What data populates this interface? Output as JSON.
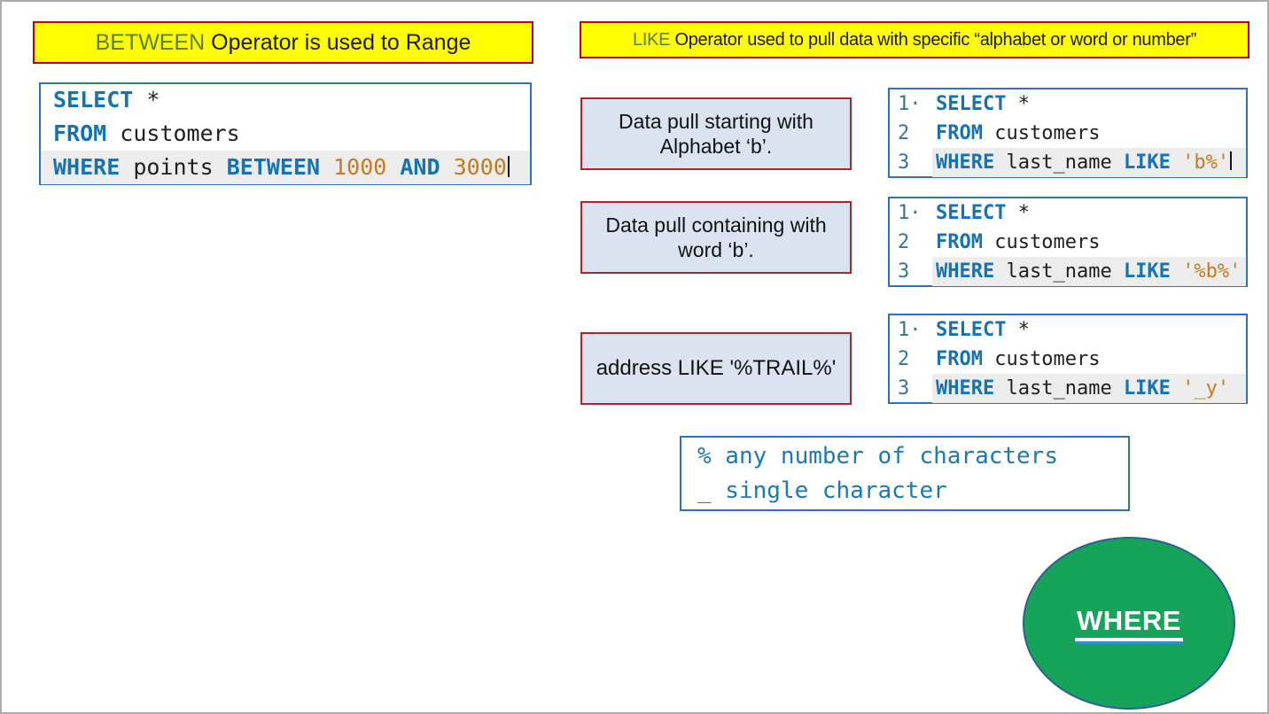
{
  "banners": {
    "between": {
      "keyword": "BETWEEN",
      "text": " Operator is used to Range"
    },
    "like": {
      "keyword": "LIKE",
      "text": " Operator used to pull data with specific “alphabet or word or number”"
    }
  },
  "labels": [
    {
      "line1": "Data pull starting with",
      "line2": "Alphabet ‘b’."
    },
    {
      "line1": "Data pull containing with",
      "line2": "word ‘b’."
    },
    {
      "line1": "address LIKE '%TRAIL%'",
      "line2": ""
    }
  ],
  "wildcard": {
    "line1": "% any number of characters",
    "line2": "_ single character"
  },
  "ellipse": {
    "label": "WHERE"
  },
  "colors": {
    "banner_yellow": "#ffff00",
    "banner_border_red": "#c00000",
    "keyword_green": "#538135",
    "sql_keyword_blue": "#1473b2",
    "sql_literal_orange": "#c57b1e",
    "code_border_blue": "#2e74b5",
    "label_fill": "#dbe3f1",
    "label_border_red": "#b02428",
    "highlight_gray": "#ececec",
    "ellipse_green": "#16a45a"
  },
  "code_blocks": [
    {
      "name": "between-query",
      "gutter": false,
      "lines": [
        {
          "tokens": [
            {
              "c": "kw",
              "t": "SELECT"
            },
            {
              "c": "id",
              "t": " *"
            }
          ]
        },
        {
          "tokens": [
            {
              "c": "kw",
              "t": "FROM"
            },
            {
              "c": "id",
              "t": " customers"
            }
          ]
        },
        {
          "highlight": true,
          "cursor": true,
          "tokens": [
            {
              "c": "kw",
              "t": "WHERE"
            },
            {
              "c": "id",
              "t": " points "
            },
            {
              "c": "kw",
              "t": "BETWEEN"
            },
            {
              "c": "num",
              "t": " 1000 "
            },
            {
              "c": "kw",
              "t": "AND"
            },
            {
              "c": "num",
              "t": " 3000"
            }
          ]
        }
      ]
    },
    {
      "name": "like-starts-with-query",
      "gutter": true,
      "lines": [
        {
          "n": "1·",
          "tokens": [
            {
              "c": "kw",
              "t": "SELECT"
            },
            {
              "c": "id",
              "t": " *"
            }
          ]
        },
        {
          "n": "2",
          "tokens": [
            {
              "c": "kw",
              "t": "FROM"
            },
            {
              "c": "id",
              "t": " customers"
            }
          ]
        },
        {
          "n": "3",
          "highlight": true,
          "cursor": true,
          "tokens": [
            {
              "c": "kw",
              "t": "WHERE"
            },
            {
              "c": "id",
              "t": " last_name "
            },
            {
              "c": "kw",
              "t": "LIKE"
            },
            {
              "c": "str",
              "t": " 'b%'"
            }
          ]
        }
      ]
    },
    {
      "name": "like-contains-query",
      "gutter": true,
      "lines": [
        {
          "n": "1·",
          "tokens": [
            {
              "c": "kw",
              "t": "SELECT"
            },
            {
              "c": "id",
              "t": " *"
            }
          ]
        },
        {
          "n": "2",
          "tokens": [
            {
              "c": "kw",
              "t": "FROM"
            },
            {
              "c": "id",
              "t": " customers"
            }
          ]
        },
        {
          "n": "3",
          "highlight": true,
          "tokens": [
            {
              "c": "kw",
              "t": "WHERE"
            },
            {
              "c": "id",
              "t": " last_name "
            },
            {
              "c": "kw",
              "t": "LIKE"
            },
            {
              "c": "str",
              "t": " '%b%'"
            }
          ]
        }
      ]
    },
    {
      "name": "like-single-char-query",
      "gutter": true,
      "lines": [
        {
          "n": "1·",
          "tokens": [
            {
              "c": "kw",
              "t": "SELECT"
            },
            {
              "c": "id",
              "t": " *"
            }
          ]
        },
        {
          "n": "2",
          "tokens": [
            {
              "c": "kw",
              "t": "FROM"
            },
            {
              "c": "id",
              "t": " customers"
            }
          ]
        },
        {
          "n": "3",
          "highlight": true,
          "tokens": [
            {
              "c": "kw",
              "t": "WHERE"
            },
            {
              "c": "id",
              "t": " last_name "
            },
            {
              "c": "kw",
              "t": "LIKE"
            },
            {
              "c": "str",
              "t": " '_y'"
            }
          ]
        }
      ]
    }
  ]
}
